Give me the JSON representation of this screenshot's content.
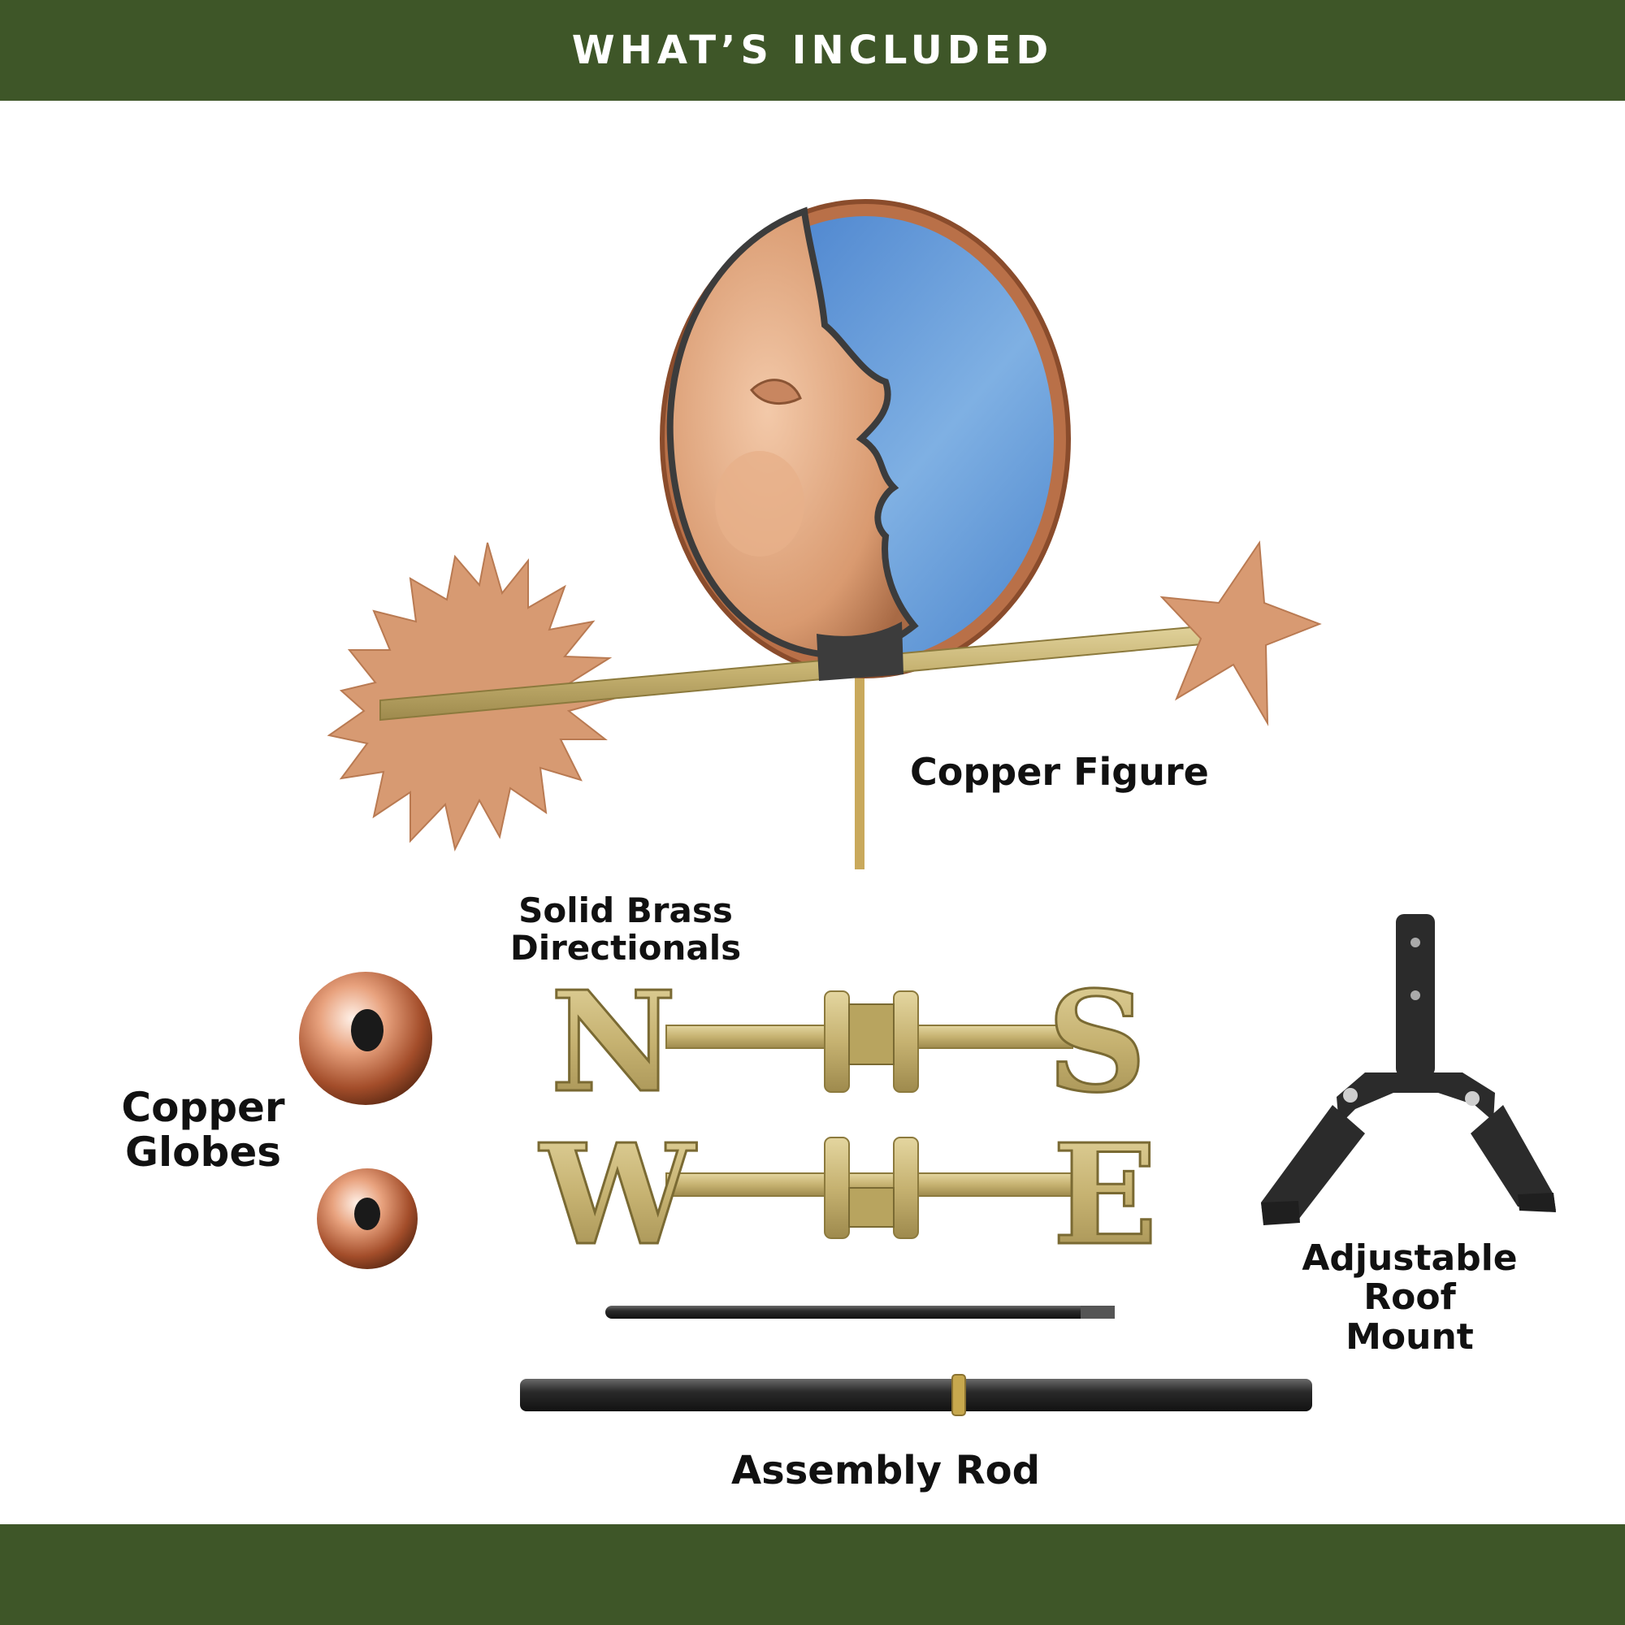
{
  "header": {
    "title": "WHAT’S INCLUDED"
  },
  "labels": {
    "copper_figure": "Copper Figure",
    "brass_directionals": {
      "line1": "Solid Brass",
      "line2": "Directionals"
    },
    "copper_globes": {
      "line1": "Copper",
      "line2": "Globes"
    },
    "roof_mount": {
      "line1": "Adjustable",
      "line2": "Roof",
      "line3": "Mount"
    },
    "assembly_rod": "Assembly Rod"
  },
  "directionals": {
    "north": "N",
    "south": "S",
    "west": "W",
    "east": "E"
  },
  "colors": {
    "band": "#3e5628",
    "copper": "#d9956a",
    "brass": "#c9b676",
    "sky_blue": "#6f9fd6",
    "black_metal": "#2b2b2b"
  }
}
